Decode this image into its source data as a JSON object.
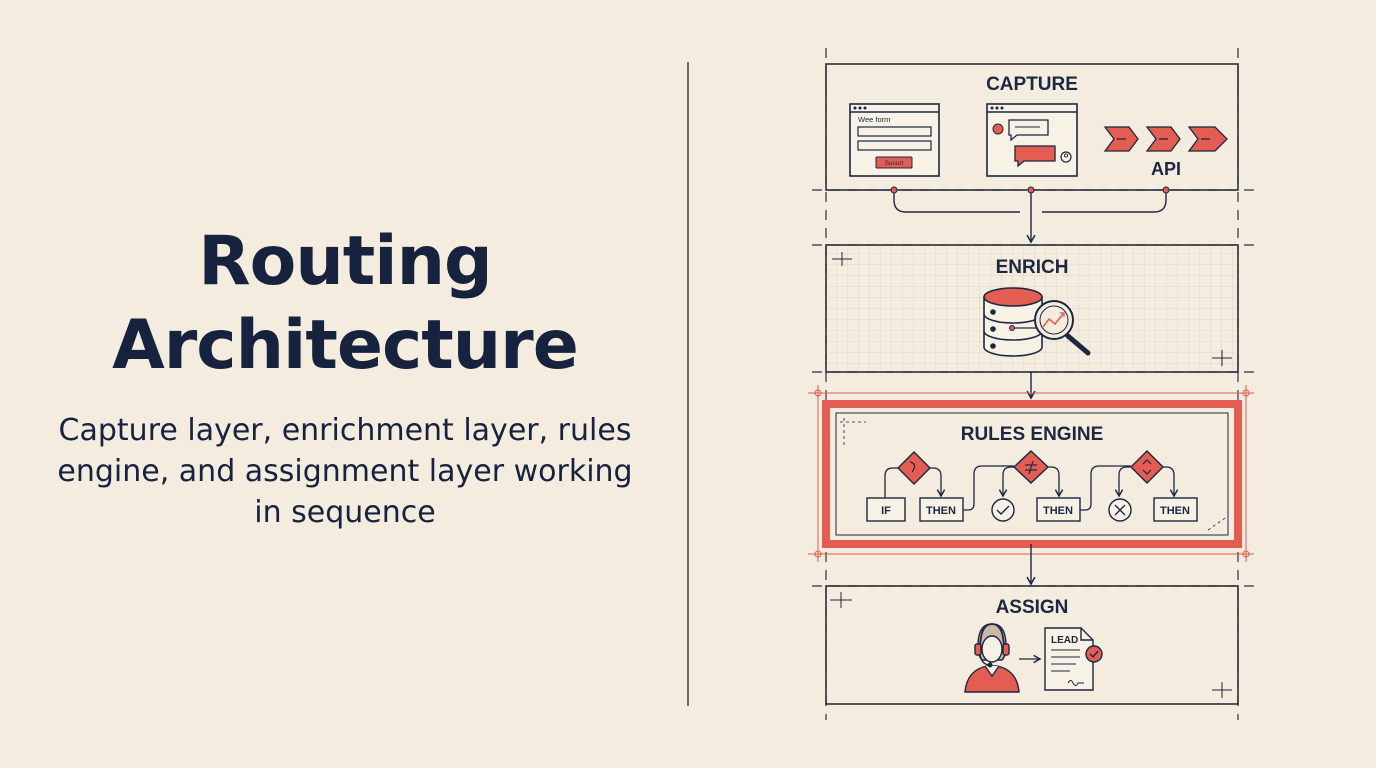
{
  "title": "Routing Architecture",
  "subtitle": "Capture layer, enrichment layer, rules engine, and assignment layer working in sequence",
  "colors": {
    "accent": "#e35d52",
    "ink": "#1d2740",
    "background": "#f3ecdf"
  },
  "layers": {
    "capture": {
      "label": "CAPTURE",
      "web_form": {
        "title": "Wee form",
        "button": "Susurt"
      },
      "api_label": "API"
    },
    "enrich": {
      "label": "ENRICH"
    },
    "rules": {
      "label": "RULES ENGINE",
      "if_label": "IF",
      "then_label": "THEN"
    },
    "assign": {
      "label": "ASSIGN",
      "lead_label": "LEAD"
    }
  },
  "icons": [
    "web-form-icon",
    "chat-window-icon",
    "api-arrows-icon",
    "database-icon",
    "magnifier-icon",
    "decision-diamond-icon",
    "check-circle-icon",
    "x-circle-icon",
    "agent-headset-icon",
    "lead-document-icon"
  ]
}
